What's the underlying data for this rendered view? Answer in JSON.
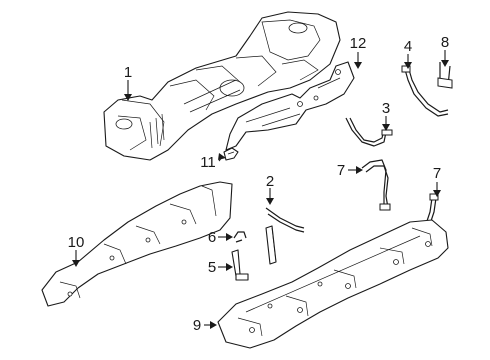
{
  "callouts": [
    {
      "id": "1",
      "label": "1"
    },
    {
      "id": "2",
      "label": "2"
    },
    {
      "id": "3",
      "label": "3"
    },
    {
      "id": "4",
      "label": "4"
    },
    {
      "id": "5",
      "label": "5"
    },
    {
      "id": "6",
      "label": "6"
    },
    {
      "id": "7a",
      "label": "7"
    },
    {
      "id": "7b",
      "label": "7"
    },
    {
      "id": "8",
      "label": "8"
    },
    {
      "id": "9",
      "label": "9"
    },
    {
      "id": "10",
      "label": "10"
    },
    {
      "id": "11",
      "label": "11"
    },
    {
      "id": "12",
      "label": "12"
    }
  ]
}
